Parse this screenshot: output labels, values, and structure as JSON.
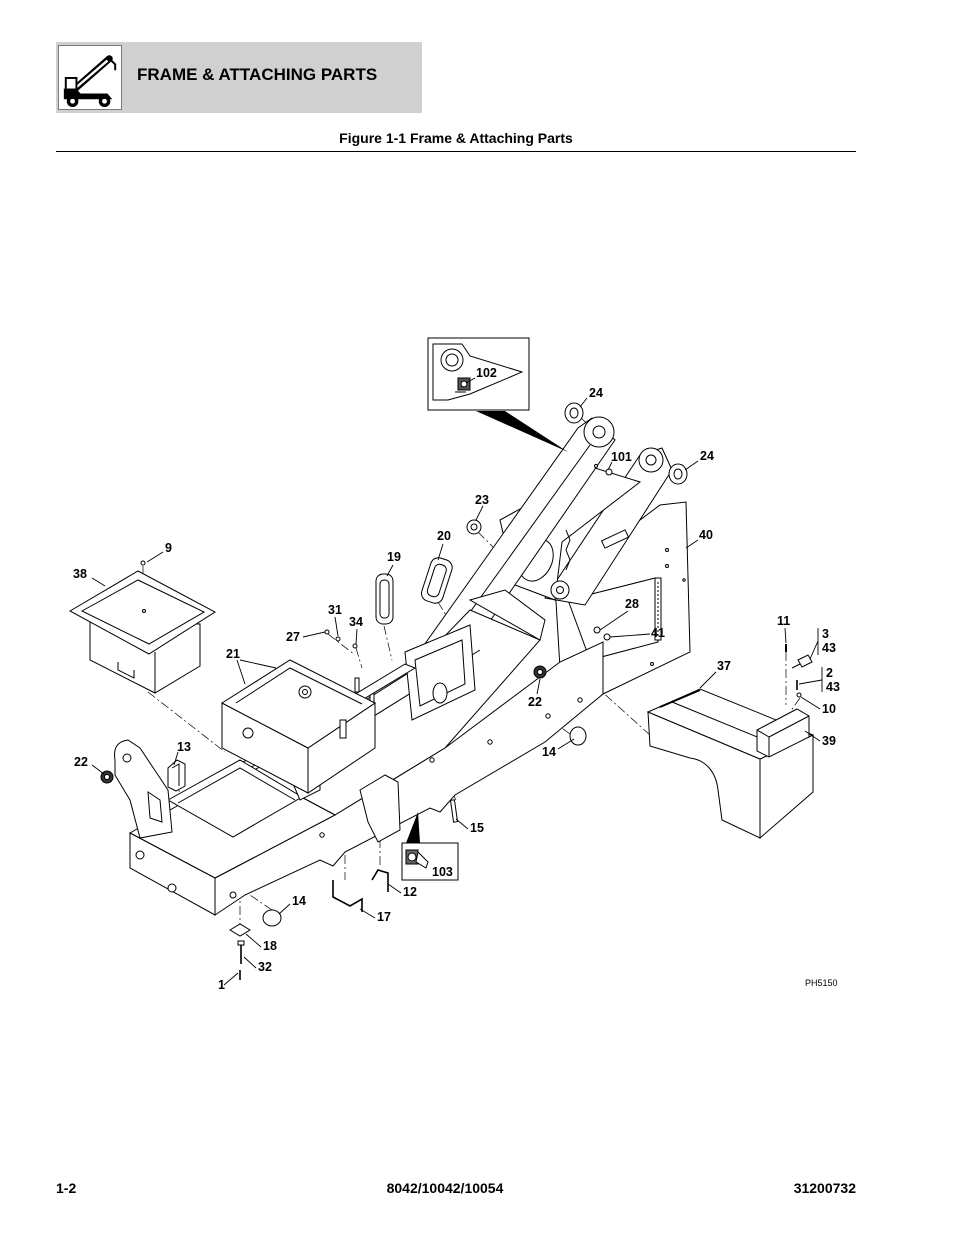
{
  "header": {
    "title": "FRAME & ATTACHING PARTS",
    "icon": "telehandler-icon"
  },
  "figure": {
    "caption": "Figure 1-1 Frame & Attaching Parts",
    "drawing_id": "PH5150",
    "callouts": [
      "102",
      "24",
      "101",
      "24",
      "23",
      "40",
      "20",
      "9",
      "19",
      "38",
      "28",
      "41",
      "31",
      "34",
      "27",
      "11",
      "3",
      "43",
      "21",
      "37",
      "2",
      "43",
      "22",
      "10",
      "13",
      "39",
      "14",
      "22",
      "15",
      "103",
      "12",
      "14",
      "17",
      "18",
      "32",
      "1"
    ]
  },
  "footer": {
    "page": "1-2",
    "models": "8042/10042/10054",
    "doc_number": "31200732"
  }
}
